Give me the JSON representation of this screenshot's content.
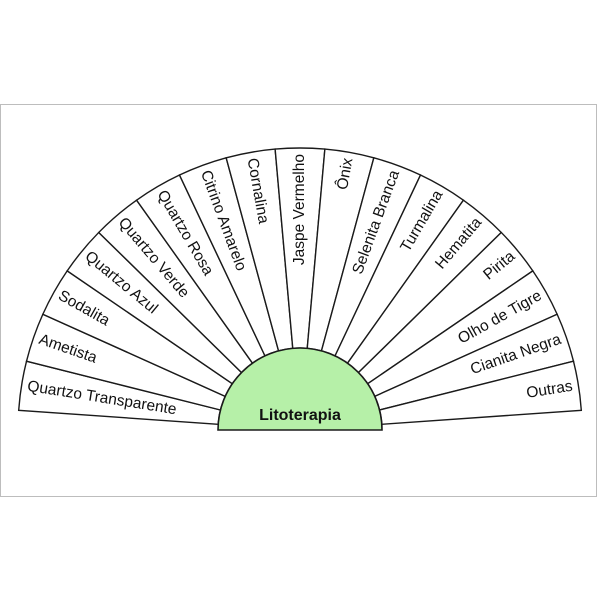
{
  "diagram": {
    "center_label": "Litoterapia",
    "center_color": "#b6f0a8",
    "segments": [
      {
        "label": "Quartzo Transparente"
      },
      {
        "label": "Ametista"
      },
      {
        "label": "Sodalita"
      },
      {
        "label": "Quartzo Azul"
      },
      {
        "label": "Quartzo Verde"
      },
      {
        "label": "Quartzo Rosa"
      },
      {
        "label": "Citrino Amarelo"
      },
      {
        "label": "Cornalina"
      },
      {
        "label": "Jaspe Vermelho"
      },
      {
        "label": "Ônix"
      },
      {
        "label": "Selenita Branca"
      },
      {
        "label": "Turmalina"
      },
      {
        "label": "Hematita"
      },
      {
        "label": "Pirita"
      },
      {
        "label": "Olho de Tigre"
      },
      {
        "label": "Cianita Negra"
      },
      {
        "label": "Outras"
      }
    ]
  }
}
